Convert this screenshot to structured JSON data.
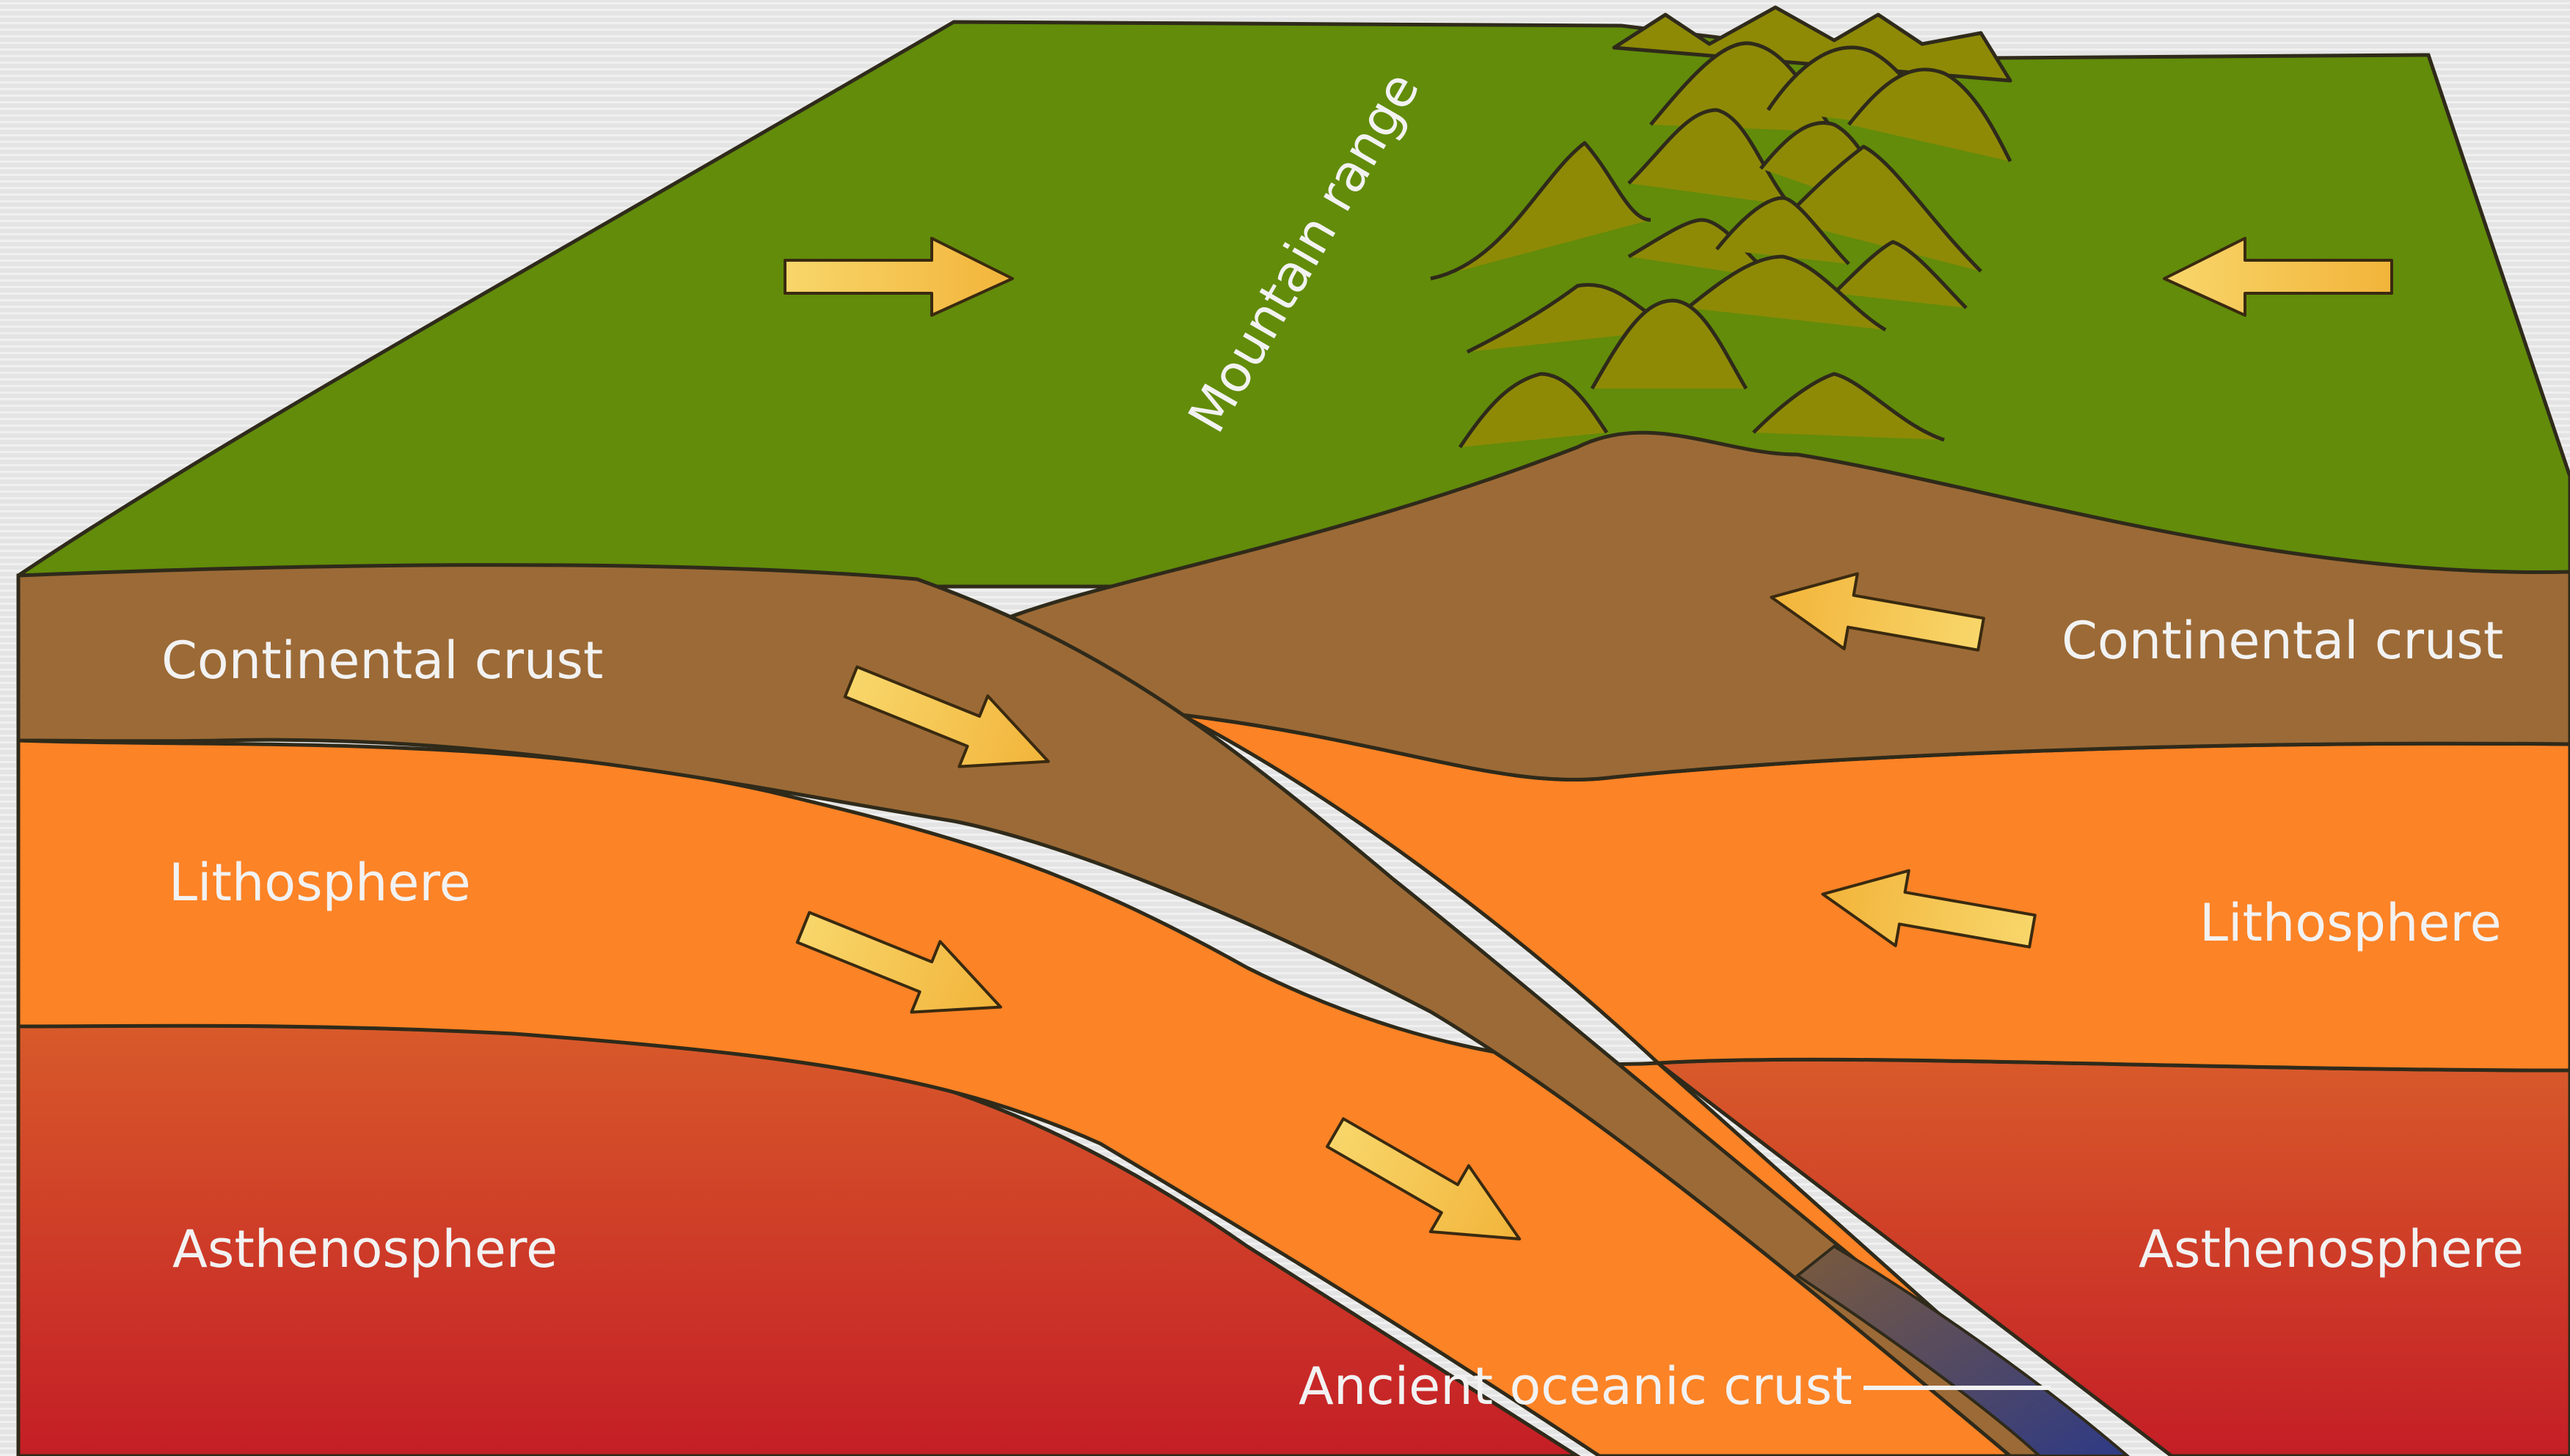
{
  "labels": {
    "mountain_range": "Mountain range",
    "continental_crust_left": "Continental crust",
    "continental_crust_right": "Continental crust",
    "lithosphere_left": "Lithosphere",
    "lithosphere_right": "Lithosphere",
    "asthenosphere_left": "Asthenosphere",
    "asthenosphere_right": "Asthenosphere",
    "ancient_oceanic_crust": "Ancient oceanic crust"
  },
  "colors": {
    "background": "#e4e4e4",
    "surface_green": "#628c0a",
    "continental_crust": "#9c6a36",
    "lithosphere": "#fc8326",
    "asthenosphere_top": "#d85a2a",
    "asthenosphere_bottom": "#c41e26",
    "mountain": "#8e8a06",
    "arrow_fill": "#f5c24e",
    "oceanic_crust": "#3a3c7c",
    "label_text": "#f2f2f2"
  },
  "arrow_icon": "direction-arrow-icon"
}
